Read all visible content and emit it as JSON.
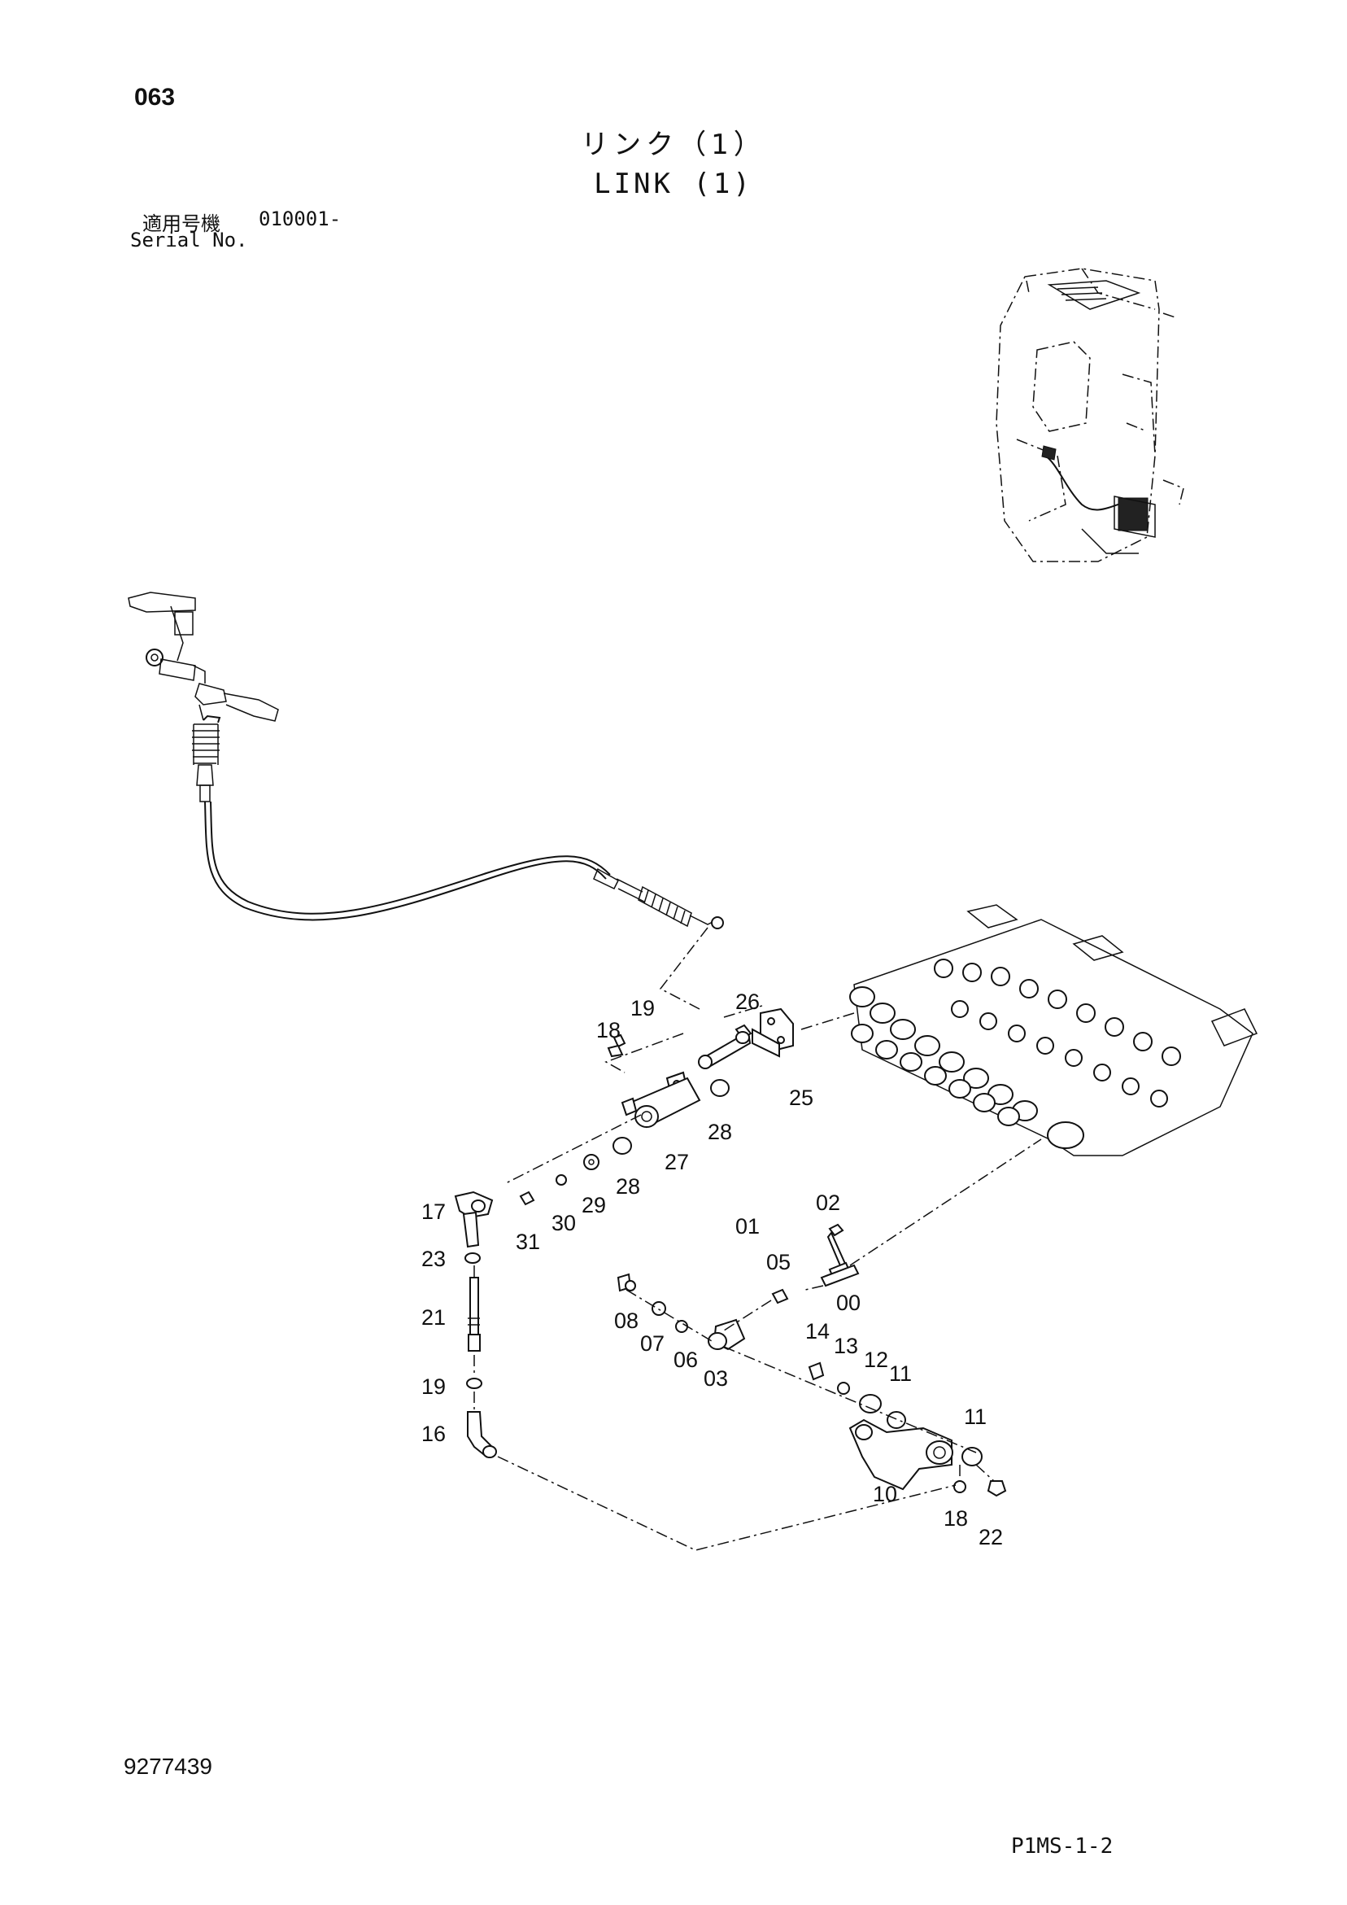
{
  "header": {
    "page_number": "063",
    "title_ja": "リンク（1）",
    "title_en": "LINK (1)"
  },
  "serial": {
    "label_ja": "適用号機",
    "value": "010001-",
    "label_en": "Serial No."
  },
  "footer": {
    "document_number": "9277439",
    "sheet_code": "P1MS-1-2"
  },
  "callouts": [
    {
      "id": "c19a",
      "label": "19"
    },
    {
      "id": "c18a",
      "label": "18"
    },
    {
      "id": "c26",
      "label": "26"
    },
    {
      "id": "c25",
      "label": "25"
    },
    {
      "id": "c28a",
      "label": "28"
    },
    {
      "id": "c27",
      "label": "27"
    },
    {
      "id": "c28b",
      "label": "28"
    },
    {
      "id": "c29",
      "label": "29"
    },
    {
      "id": "c30",
      "label": "30"
    },
    {
      "id": "c31",
      "label": "31"
    },
    {
      "id": "c17",
      "label": "17"
    },
    {
      "id": "c23",
      "label": "23"
    },
    {
      "id": "c21",
      "label": "21"
    },
    {
      "id": "c19b",
      "label": "19"
    },
    {
      "id": "c16",
      "label": "16"
    },
    {
      "id": "c02",
      "label": "02"
    },
    {
      "id": "c01",
      "label": "01"
    },
    {
      "id": "c05",
      "label": "05"
    },
    {
      "id": "c00",
      "label": "00"
    },
    {
      "id": "c08",
      "label": "08"
    },
    {
      "id": "c07",
      "label": "07"
    },
    {
      "id": "c06",
      "label": "06"
    },
    {
      "id": "c03",
      "label": "03"
    },
    {
      "id": "c14",
      "label": "14"
    },
    {
      "id": "c13",
      "label": "13"
    },
    {
      "id": "c12",
      "label": "12"
    },
    {
      "id": "c11a",
      "label": "11"
    },
    {
      "id": "c11b",
      "label": "11"
    },
    {
      "id": "c10",
      "label": "10"
    },
    {
      "id": "c18b",
      "label": "18"
    },
    {
      "id": "c22",
      "label": "22"
    }
  ]
}
